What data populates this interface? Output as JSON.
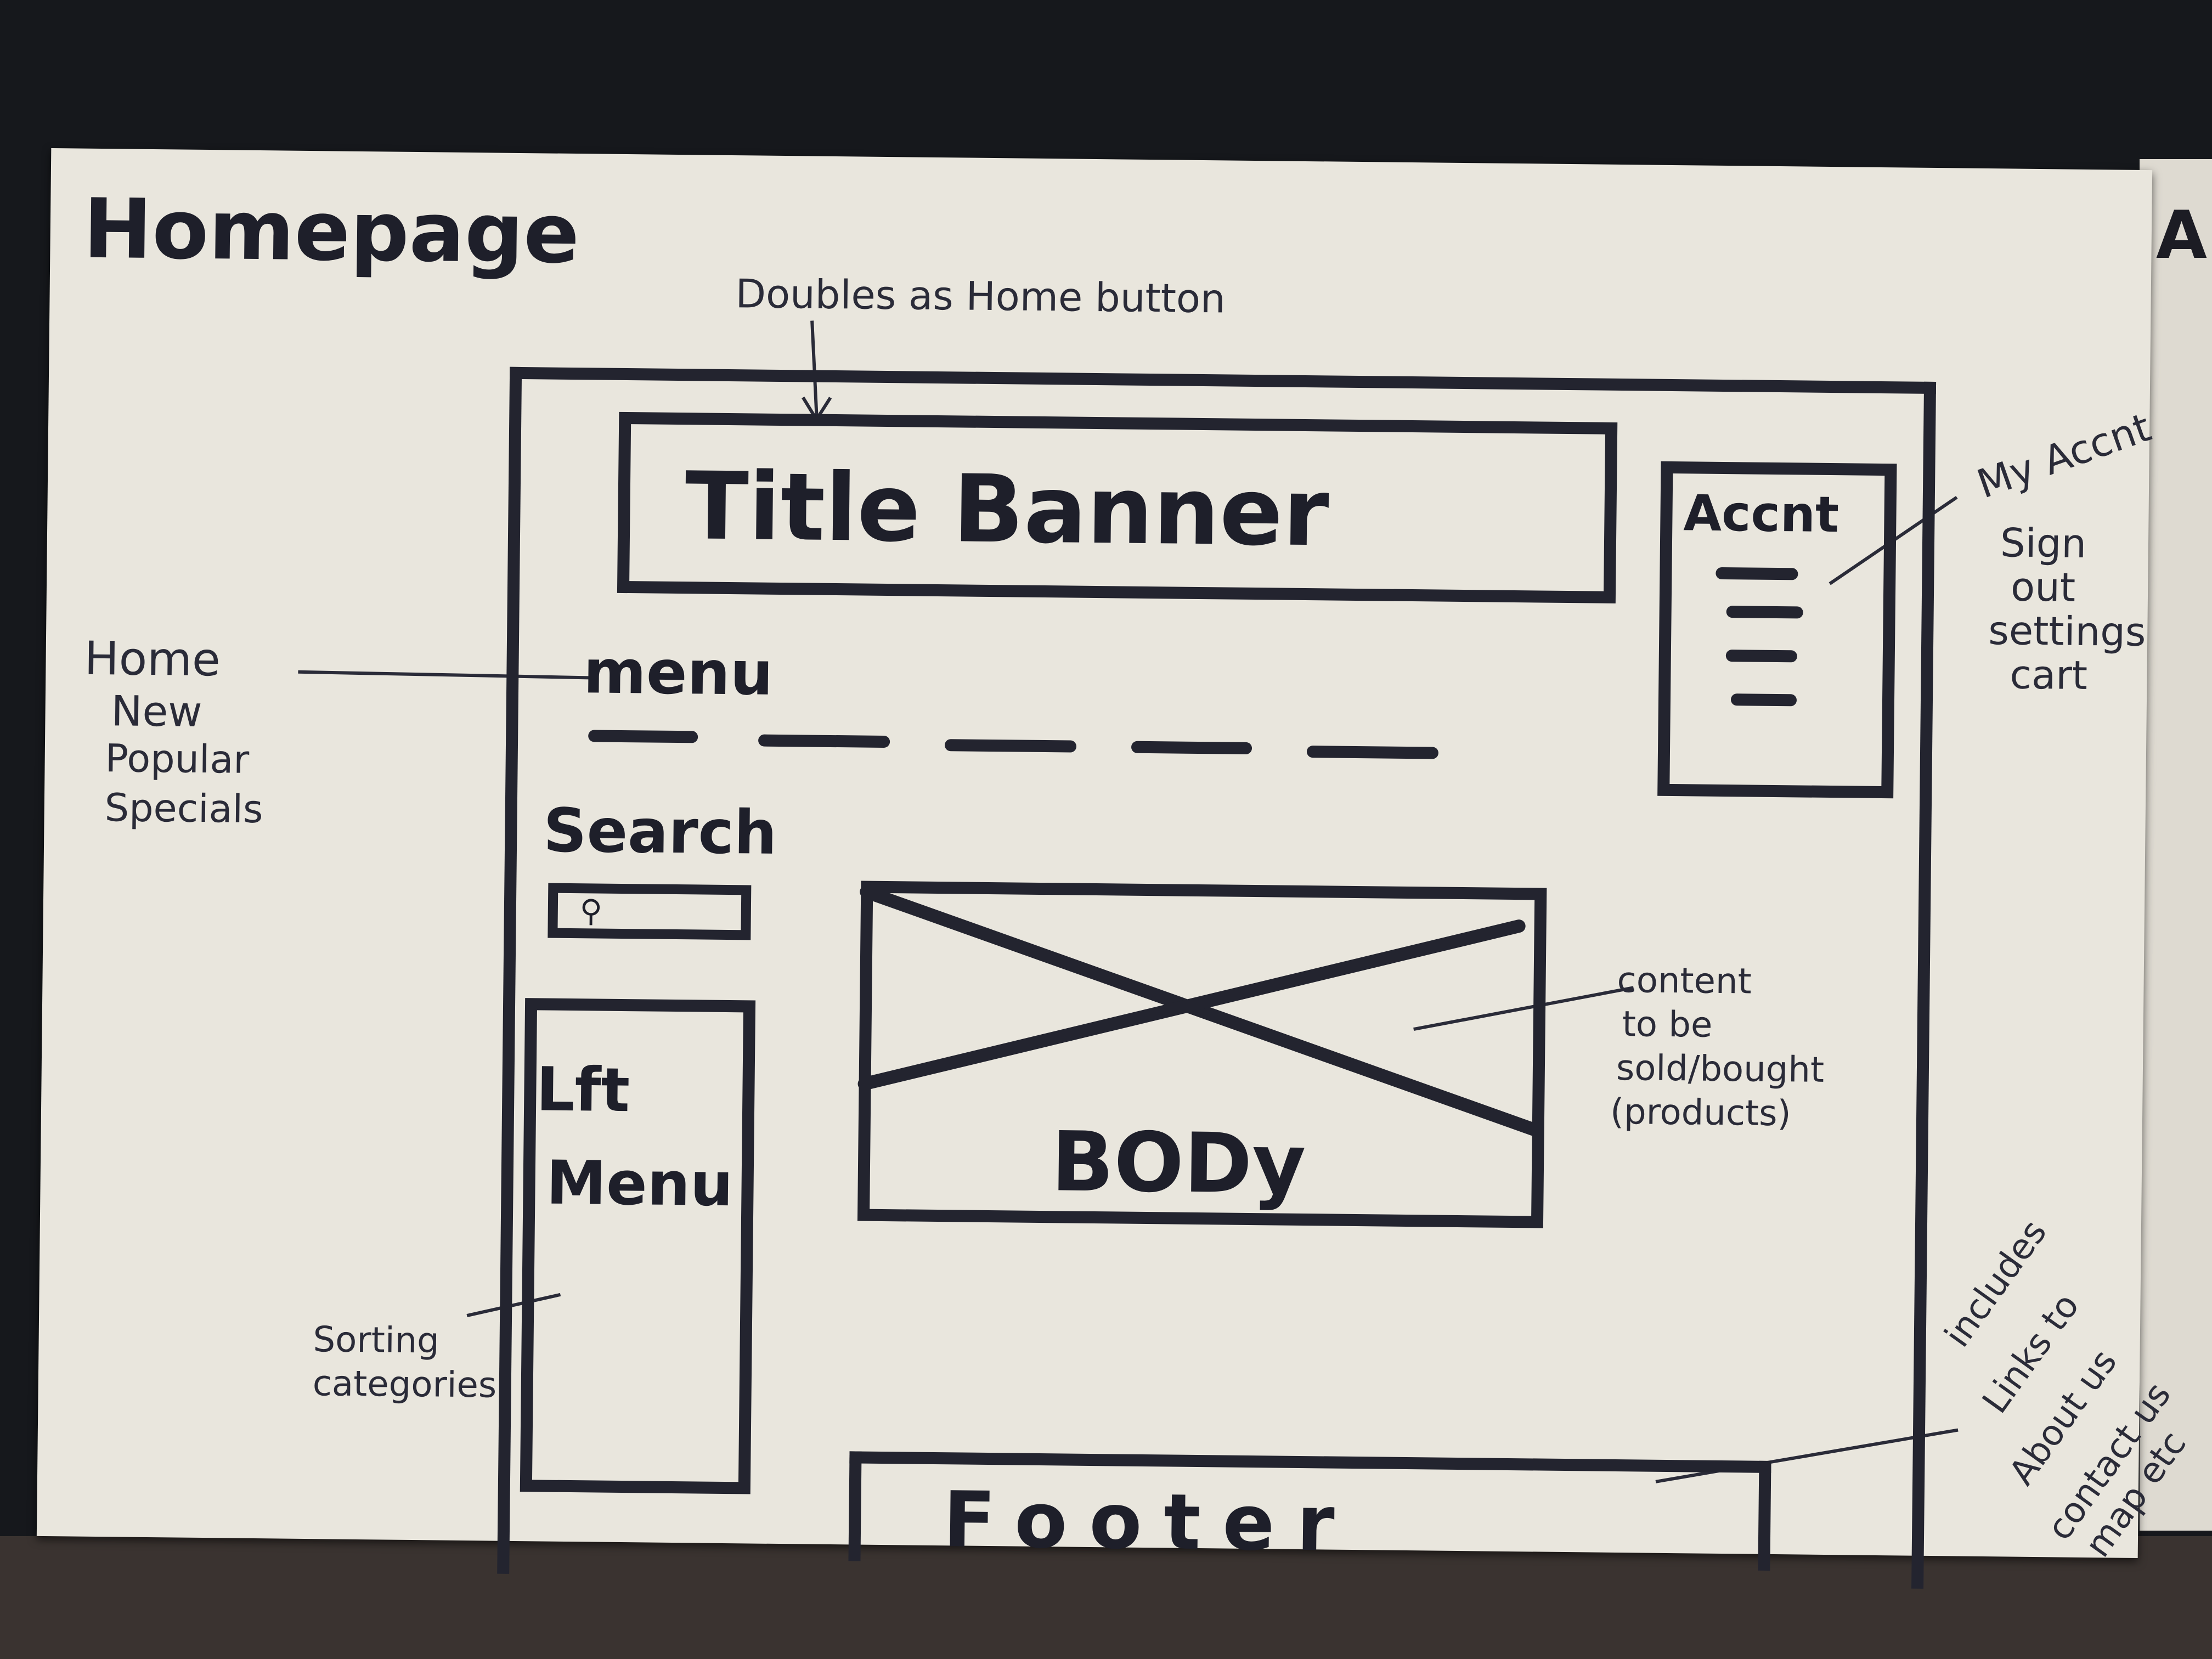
{
  "sketch": {
    "page_title": "Homepage",
    "top_note": "Doubles as Home button",
    "title_banner": "Title Banner",
    "account_box": "Accnt",
    "account_note": [
      "My Accnt",
      "Sign",
      "out",
      "settings",
      "cart"
    ],
    "menu_label": "menu",
    "menu_note": [
      "Home",
      "New",
      "Popular",
      "Specials"
    ],
    "search_label": "Search",
    "left_menu": [
      "Lft",
      "Menu"
    ],
    "left_menu_note": [
      "Sorting",
      "categories"
    ],
    "body_label": "BODy",
    "body_note": [
      "content",
      "to be",
      "sold/bought",
      "(products)"
    ],
    "footer_label": "Footer",
    "footer_note": [
      "includes",
      "Links to",
      "About us",
      "contact us",
      "map etc"
    ],
    "next_page_fragment": "A"
  },
  "colors": {
    "ink": "#1e1f2a",
    "paper": "#e9e6dd",
    "background": "#16181c"
  }
}
